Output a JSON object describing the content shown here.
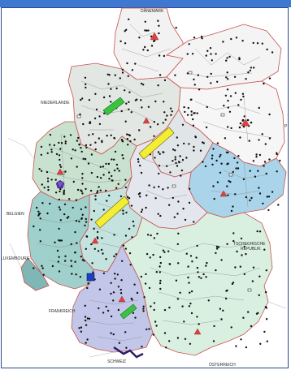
{
  "labels": {
    "denmark": "DÄNEMARK",
    "netherlands": "NIEDERLANDE",
    "belgium": "BELGIEN",
    "luxembourg": "LUXEMBOURG",
    "france": "FRANKREICH",
    "czech_line1": "TSCHECHISCHE",
    "czech_line2": "REPUBLIK",
    "switzerland": "SCHWEIZ",
    "austria": "ÖSTERREICH",
    "edge_p": "P"
  },
  "colors": {
    "topbar": "#3f78d0",
    "sh": "#f2f2f2",
    "nds": "#e3e7e4",
    "sa": "#e0e6e8",
    "mv": "#f4f4f4",
    "bb": "#f6f6f6",
    "sn": "#a9d4ea",
    "th": "#e4e6ee",
    "nrw": "#c9e2cf",
    "he": "#c4e3df",
    "rp": "#9fd0cb",
    "sl": "#7fb7b7",
    "bw": "#c2c6e8",
    "by": "#d9efe0",
    "border_red": "#c8524e",
    "border_district": "#8e8e8e",
    "dot": "#111111",
    "triangle": "#e04040",
    "green_bar": "#39c43f",
    "yellow_bar": "#f3ee34",
    "blue_square": "#1d3fbf",
    "purple_marker": "#5a3ab0"
  },
  "symbols": {
    "red_triangle": "red-triangle-icon",
    "green_bar": "green-bar-icon",
    "yellow_bar": "yellow-bar-icon",
    "blue_square": "blue-square-icon",
    "purple_star": "purple-star-icon"
  }
}
